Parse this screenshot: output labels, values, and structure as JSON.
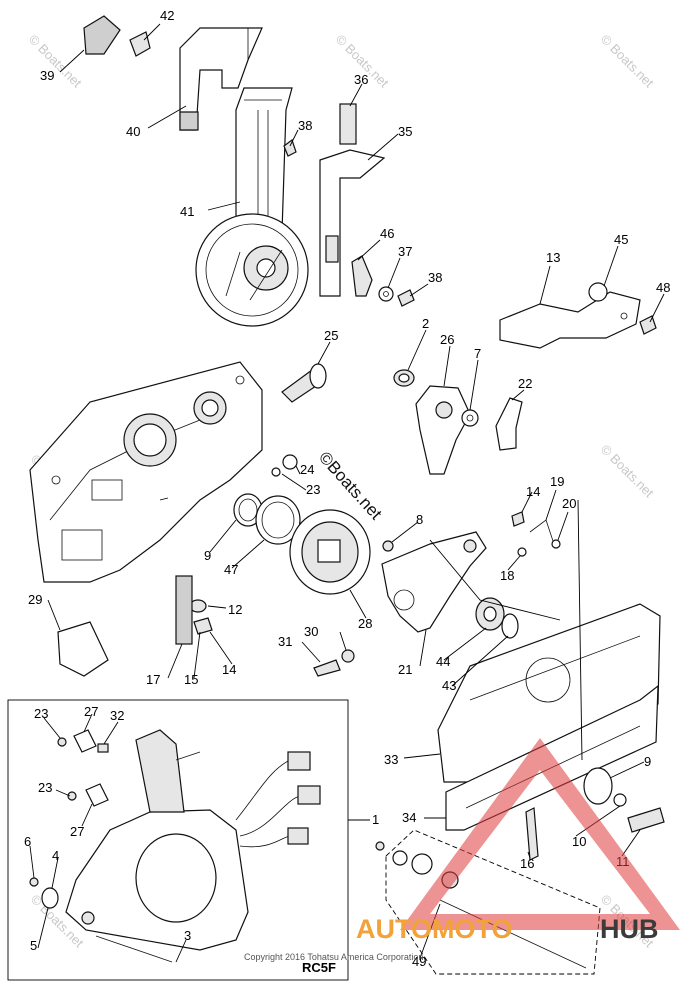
{
  "watermark": "© Boats.net",
  "center_mark": "©Boats.net",
  "copyright": "Copyright 2016 Tohatsu America Corporation",
  "model": "RC5F",
  "logo": {
    "part1": "AUTOMOTO",
    "part2": "HUB",
    "accent_color": "#f2a23a",
    "dark_color": "#3b3b3b",
    "triangle_color": "#e03a3a"
  },
  "callouts": [
    "39",
    "42",
    "40",
    "38",
    "36",
    "35",
    "41",
    "46",
    "37",
    "38",
    "13",
    "45",
    "48",
    "25",
    "2",
    "26",
    "7",
    "22",
    "24",
    "23",
    "14",
    "19",
    "20",
    "8",
    "18",
    "9",
    "47",
    "12",
    "28",
    "14",
    "31",
    "30",
    "17",
    "15",
    "29",
    "21",
    "44",
    "43",
    "23",
    "27",
    "32",
    "33",
    "9",
    "23",
    "27",
    "1",
    "34",
    "10",
    "11",
    "6",
    "4",
    "16",
    "5",
    "3",
    "49"
  ]
}
